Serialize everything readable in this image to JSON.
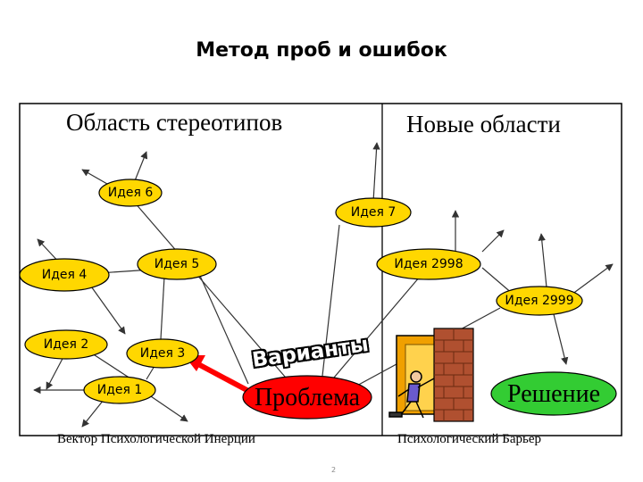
{
  "title": "Метод проб и ошибок",
  "regions": {
    "stereotypes": "Область стереотипов",
    "new_areas": "Новые области"
  },
  "ideas": {
    "i6": "Идея 6",
    "i7": "Идея 7",
    "i4": "Идея 4",
    "i5": "Идея 5",
    "i2998": "Идея 2998",
    "i2999": "Идея 2999",
    "i2": "Идея 2",
    "i3": "Идея 3",
    "i1": "Идея 1"
  },
  "problem": "Проблема",
  "solution": "Решение",
  "variants": "Варианты",
  "captions": {
    "inertia": "Вектор Психологической Инерции",
    "barrier": "Психологический Барьер"
  },
  "page_number": "2",
  "colors": {
    "node_fill": "#ffd700",
    "problem_fill": "#ff0000",
    "solution_fill": "#33cc33",
    "arrow_red": "#ff0000",
    "door": "#f0a000",
    "brick": "#b05030"
  }
}
